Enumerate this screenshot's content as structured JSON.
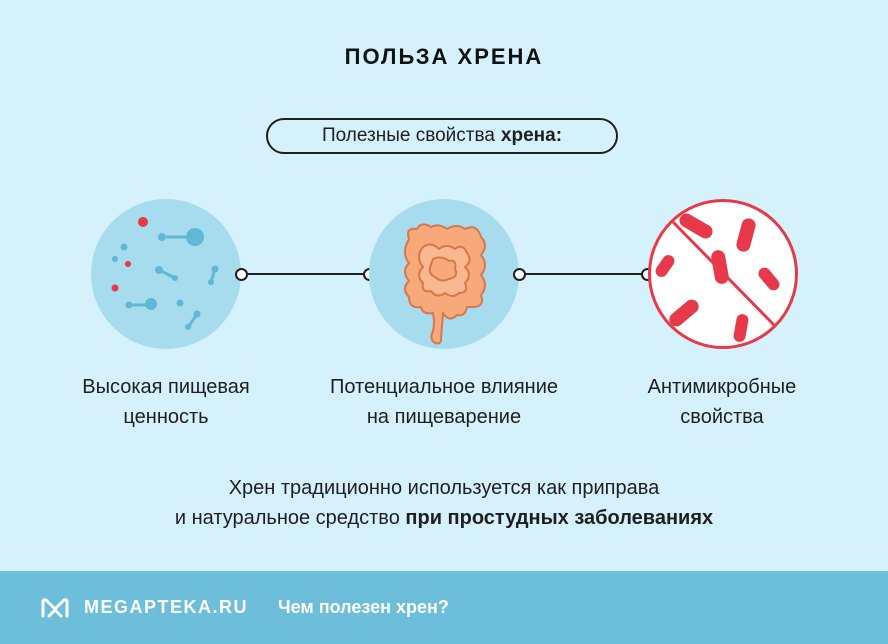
{
  "title": "ПОЛЬЗА ХРЕНА",
  "pill": {
    "prefix": "Полезные свойства",
    "bold": "хрена:"
  },
  "benefits": [
    {
      "line1": "Высокая пищевая",
      "line2": "ценность",
      "icon": "molecules-icon"
    },
    {
      "line1": "Потенциальное влияние",
      "line2": "на пищеварение",
      "icon": "intestine-icon"
    },
    {
      "line1": "Антимикробные",
      "line2": "свойства",
      "icon": "bacteria-crossed-icon"
    }
  ],
  "bottom": {
    "line1": "Хрен традиционно используется как приправа",
    "line2_prefix": "и натуральное средство",
    "line2_bold": "при простудных заболеваниях"
  },
  "footer": {
    "brand": "MEGAPTEKA.RU",
    "question": "Чем полезен хрен?"
  },
  "colors": {
    "background": "#d4f1fc",
    "circle": "#a7dcef",
    "footer": "#6cbedb",
    "accent_red": "#e8394a",
    "intestine": "#f7a97b"
  }
}
